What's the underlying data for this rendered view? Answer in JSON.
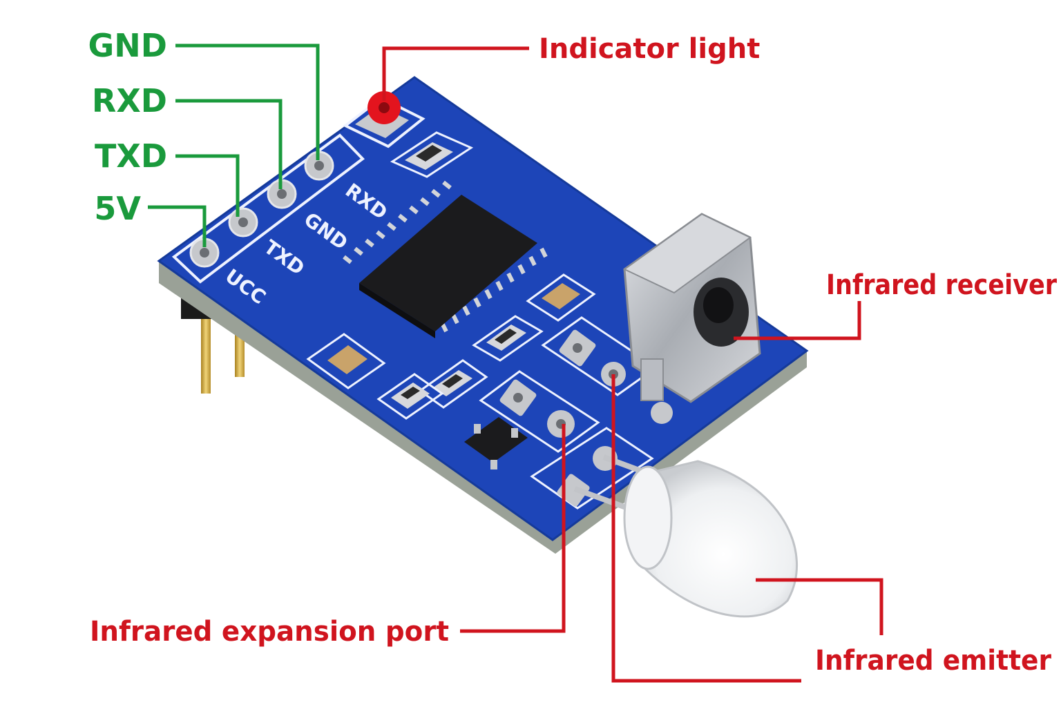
{
  "labels": {
    "gnd": "GND",
    "rxd": "RXD",
    "txd": "TXD",
    "v5": "5V",
    "indicator": "Indicator light",
    "receiver": "Infrared receiver",
    "expansion": "Infrared expansion port",
    "emitter": "Infrared emitter"
  },
  "silkscreen": {
    "rxd": "RXD",
    "gnd": "GND",
    "txd": "TXD",
    "vcc": "UCC"
  },
  "colors": {
    "pin_label": "#1a9a3c",
    "feature_label": "#d0141e",
    "pcb": "#1d45b8",
    "pcb_dark": "#153a9a",
    "silk": "#eef2ff",
    "metal": "#b9bcc2",
    "chip": "#1b1b1d"
  }
}
